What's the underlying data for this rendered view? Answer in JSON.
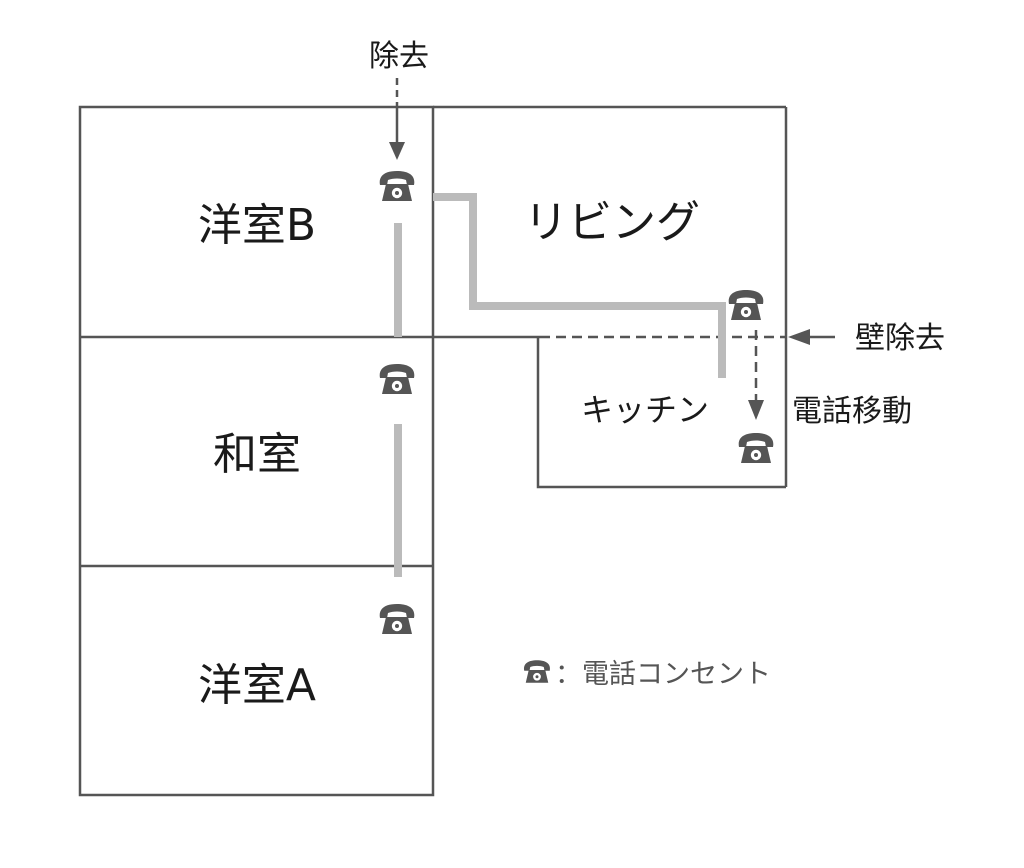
{
  "rooms": {
    "western_b": "洋室B",
    "living": "リビング",
    "japanese": "和室",
    "kitchen": "キッチン",
    "western_a": "洋室A"
  },
  "annotations": {
    "removal_top": "除去",
    "wall_removal": "壁除去",
    "phone_move": "電話移動"
  },
  "legend": {
    "icon": "telephone-icon",
    "text": "：電話コンセント"
  },
  "colors": {
    "wall": "#555555",
    "arrow": "#555555",
    "cable": "#bbbbbb",
    "icon": "#555555",
    "text": "#1a1a1a"
  }
}
